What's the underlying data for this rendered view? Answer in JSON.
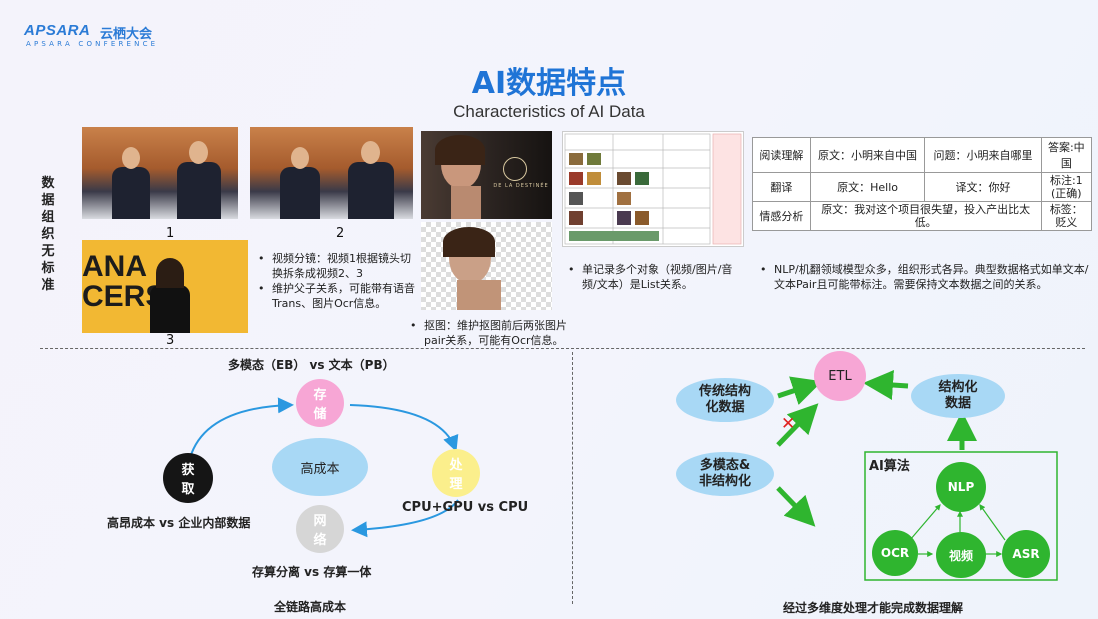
{
  "header": {
    "logo_text": "APSARA",
    "logo_cn": "云栖大会",
    "logo_sub": "APSARA CONFERENCE",
    "title": "AI数据特点",
    "subtitle": "Characteristics of AI Data"
  },
  "side_label": "数据组织无标准",
  "video": {
    "captions": [
      "1",
      "2",
      "3"
    ],
    "frame3_text": "ANA\nCERS",
    "notes": [
      "视频分镜：视频1根据镜头切换拆条成视频2、3",
      "维护父子关系，可能带有语音Trans、图片Ocr信息。"
    ]
  },
  "matting": {
    "brand_text": "DE LA DESTINÉE",
    "note": "抠图：维护抠图前后两张图片pair关系，可能有Ocr信息。"
  },
  "list_record": {
    "note": "单记录多个对象（视频/图片/音频/文本）是List关系。"
  },
  "nlp_table": {
    "rows": [
      [
        "阅读理解",
        "原文：小明来自中国",
        "问题：小明来自哪里",
        "答案:中国"
      ],
      [
        "翻译",
        "原文：Hello",
        "译文：你好",
        "标注:1\n(正确)"
      ],
      [
        "情感分析",
        "原文：我对这个项目很失望，投入产出比太低。",
        "标签：贬义"
      ]
    ],
    "note": "NLP/机翻领域模型众多，组织形式各异。典型数据格式如单文本/文本Pair且可能带标注。需要保持文本数据之间的关系。"
  },
  "cost_diagram": {
    "top_label": "多模态（EB） vs 文本（PB）",
    "store": "存储",
    "process": "处理",
    "network": "网络",
    "acquire": "获取",
    "center": "高成本",
    "left_label": "高昂成本 vs 企业内部数据",
    "right_label": "CPU+GPU vs CPU",
    "bottom_label": "存算分离 vs 存算一体",
    "footer": "全链路高成本"
  },
  "ai_diagram": {
    "traditional": "传统结构化数据",
    "multimodal": "多模态&非结构化",
    "etl": "ETL",
    "structured": "结构化数据",
    "ai_box_title": "AI算法",
    "nlp": "NLP",
    "ocr": "OCR",
    "video": "视频",
    "asr": "ASR",
    "cross": "✕",
    "footer": "经过多维度处理才能完成数据理解"
  },
  "colors": {
    "title_blue": "#1f74d6",
    "ellipse_blue": "#a8d8f5",
    "pink": "#f7a6d5",
    "yellow": "#fbef8c",
    "green": "#2fb52f",
    "arrow_blue": "#2a98e0",
    "red_cross": "#e02020"
  }
}
